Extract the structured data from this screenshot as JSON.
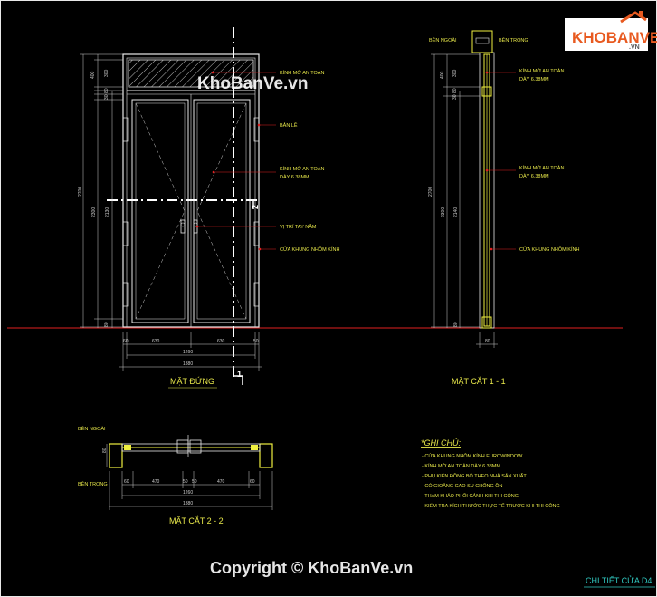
{
  "logo": {
    "brand": "KHOBANVE",
    "domain": ".VN"
  },
  "watermarks": {
    "top": "KhoBanVe.vn",
    "bottom": "Copyright © KhoBanVe.vn"
  },
  "elevation": {
    "title": "MẶT ĐỨNG",
    "labels": {
      "glass_top": "KÍNH MỜ AN TOÀN",
      "hinge": "BẢN LỀ",
      "glass_main_1": "KÍNH MỜ AN TOÀN",
      "glass_main_2": "DÀY 6.38MM",
      "handle": "VỊ TRÍ TAY NẮM",
      "frame": "CỬA KHUNG NHÔM KÍNH"
    },
    "dims_left": {
      "total": "2700",
      "top_400": "400",
      "top_300": "300",
      "gap_80a": "80",
      "gap_30": "30",
      "body_2300": "2300",
      "handle_2130": "2130",
      "bottom_80": "80"
    },
    "dims_bottom": {
      "leaf_left": "630",
      "leaf_right": "630",
      "inner": "1260",
      "outer": "1380",
      "side_60": "60",
      "side_50": "50"
    },
    "section_marks": {
      "sec2": "2",
      "sec1": "1"
    }
  },
  "section11": {
    "title": "MẶT CẮT 1 - 1",
    "side_outside": "BÊN NGOÀI",
    "side_inside": "BÊN TRONG",
    "labels": {
      "glass_top_1": "KÍNH MỜ AN TOÀN",
      "glass_top_2": "DÀY 6.38MM",
      "glass_main_1": "KÍNH MỜ AN TOÀN",
      "glass_main_2": "DÀY 6.38MM",
      "frame": "CỬA KHUNG NHÔM KÍNH"
    },
    "dims": {
      "total": "2700",
      "top_400": "400",
      "top_300": "300",
      "gap_80": "80",
      "gap_30": "30",
      "body_2300": "2300",
      "body_2140": "2140",
      "bottom_80": "80",
      "depth_80": "80"
    }
  },
  "section22": {
    "title": "MẶT CẮT 2 - 2",
    "side_outside": "BÊN NGOÀI",
    "side_inside": "BÊN TRONG",
    "dims": {
      "depth": "80",
      "s1": "60",
      "s2": "470",
      "s3": "50",
      "s4": "50",
      "s5": "470",
      "s6": "60",
      "inner": "1260",
      "outer": "1380"
    }
  },
  "notes": {
    "title": "*GHI CHÚ:",
    "items": [
      "- CỬA KHUNG NHÔM KÍNH EUROWINDOW",
      "- KÍNH MỜ AN TOÀN DÀY 6.38MM",
      "- PHỤ KIỆN ĐỒNG BỘ THEO NHÀ SẢN XUẤT",
      "- CÓ GIOĂNG CAO SU CHỐNG ỒN",
      "- THAM KHẢO PHỐI CẢNH KHI THI CÔNG",
      "- KIỂM TRA KÍCH THƯỚC THỰC TẾ TRƯỚC KHI THI CÔNG"
    ]
  },
  "sheet_title": "CHI TIẾT CỬA D4",
  "colors": {
    "background": "#000000",
    "line_white": "#e8e8e8",
    "annotation_yellow": "#e8e84a",
    "leader_red": "#e02020",
    "glass_yellow": "#f0f040",
    "logo_orange": "#e85a20"
  }
}
